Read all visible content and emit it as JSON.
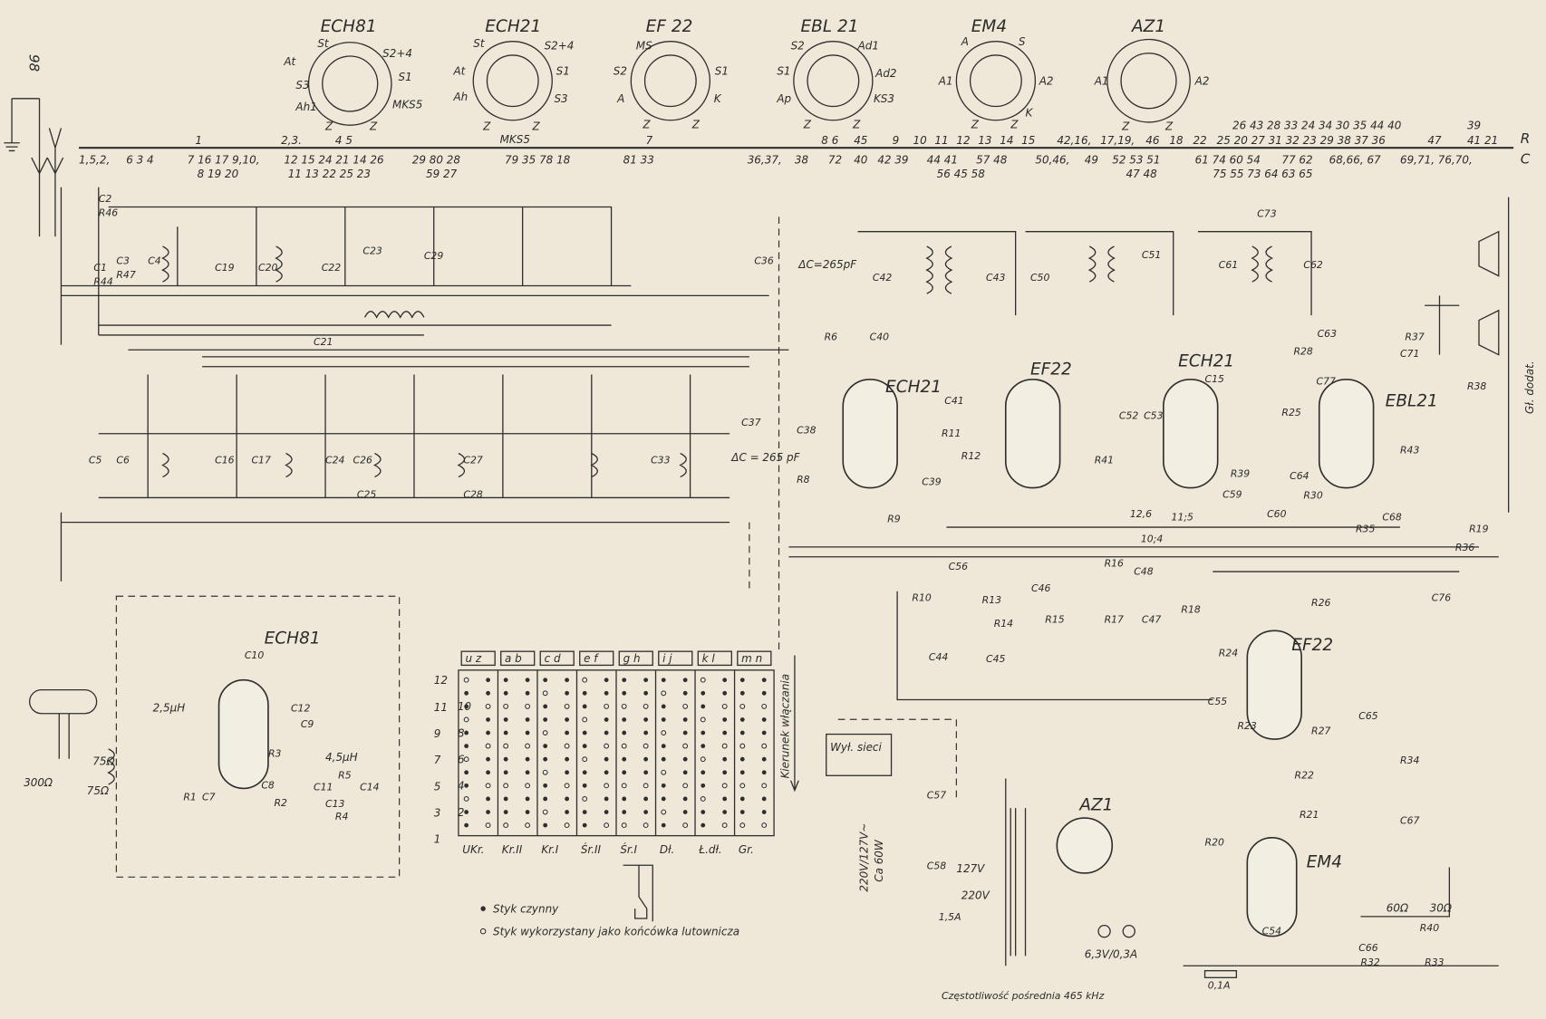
{
  "page_number": "98",
  "sockets": [
    {
      "name": "ECH81",
      "pins": [
        "St",
        "S2+4",
        "At",
        "S1",
        "S3",
        "Ah1",
        "MKS5",
        "Z",
        "Z"
      ]
    },
    {
      "name": "ECH21",
      "pins": [
        "St",
        "S2+4",
        "At",
        "S1",
        "Ah",
        "S3",
        "Z",
        "Z",
        "MKS5"
      ]
    },
    {
      "name": "EF 22",
      "pins": [
        "MS",
        "S2",
        "S1",
        "A",
        "K",
        "Z",
        "Z"
      ]
    },
    {
      "name": "EBL 21",
      "pins": [
        "S2",
        "Ad1",
        "S1",
        "Ad2",
        "Ap",
        "KS3",
        "Z",
        "Z"
      ]
    },
    {
      "name": "EM4",
      "pins": [
        "A",
        "S",
        "A1",
        "A2",
        "K",
        "Z",
        "Z"
      ]
    },
    {
      "name": "AZ1",
      "pins": [
        "A1",
        "A2",
        "Z",
        "Z"
      ]
    }
  ],
  "bus": {
    "top": [
      "1",
      "2,3.",
      "4 5",
      "7",
      "8 6",
      "45",
      "9",
      "10",
      "11",
      "12",
      "13",
      "14",
      "15",
      "42,16,",
      "17,19,",
      "46",
      "18",
      "22",
      "25 20 27 31 32 23 29 38 37 36",
      "47",
      "41 21",
      "26 43 28 33 24 34 30 35 44 40",
      "39"
    ],
    "bottom": [
      "1,5,2,",
      "6 3 4",
      "7 16 17 9,10,",
      "12 15 24 21 14 26",
      "8 19 20",
      "11 13 22 25 23",
      "29 80 28",
      "59 27",
      "79 35 78 18",
      "81 33",
      "36,37,",
      "38",
      "72",
      "40",
      "42 39",
      "44 41",
      "57 48",
      "56 45 58",
      "50,46,",
      "49",
      "52 53 51",
      "47 48",
      "61 74 60 54",
      "77 62",
      "68,66, 67",
      "69,71, 76,70,",
      "75 55 73 64 63 65"
    ],
    "r_label": "R",
    "c_label": "C"
  },
  "tubes": [
    "ECH21",
    "EF22",
    "ECH21",
    "EBL21",
    "ECH81",
    "EF22",
    "EM4",
    "AZ1"
  ],
  "annotations": {
    "delta_c1": "ΔC=265pF",
    "delta_c2": "ΔC = 265 pF",
    "l1": "2,5μH",
    "l2": "4,5μH",
    "ant_imp": "300Ω",
    "r75a": "75Ω",
    "r75b": "75Ω",
    "mains_switch": "Wył. sieci",
    "mains_voltage": "220V/127V~",
    "power": "Ca 60W",
    "tap127": "127V",
    "tap220": "220V",
    "fuse": "1,5A",
    "lamps": "6,3V/0,3A",
    "fuse2": "0,1A",
    "r60": "60Ω",
    "r30": "30Ω",
    "ext_speaker": "Gł. dodat.",
    "direction": "Kierunek włączania",
    "sw_contacts": [
      "12,6",
      "11;5",
      "10;4"
    ]
  },
  "components": [
    "C1",
    "C2",
    "C3",
    "C4",
    "C5",
    "C6",
    "C7",
    "C8",
    "C9",
    "C10",
    "C11",
    "C12",
    "C13",
    "C14",
    "C15",
    "C16",
    "C17",
    "C19",
    "C20",
    "C21",
    "C22",
    "C23",
    "C24",
    "C25",
    "C26",
    "C27",
    "C28",
    "C29",
    "C33",
    "C36",
    "C37",
    "C38",
    "C39",
    "C40",
    "C41",
    "C42",
    "C43",
    "C44",
    "C45",
    "C46",
    "C47",
    "C48",
    "C50",
    "C51",
    "C52",
    "C53",
    "C54",
    "C55",
    "C56",
    "C57",
    "C58",
    "C59",
    "C60",
    "C61",
    "C62",
    "C63",
    "C64",
    "C65",
    "C66",
    "C67",
    "C68",
    "C71",
    "C73",
    "C76",
    "C77",
    "R1",
    "R2",
    "R3",
    "R4",
    "R5",
    "R6",
    "R8",
    "R9",
    "R10",
    "R11",
    "R12",
    "R13",
    "R14",
    "R15",
    "R16",
    "R17",
    "R18",
    "R19",
    "R20",
    "R21",
    "R22",
    "R23",
    "R24",
    "R25",
    "R26",
    "R27",
    "R28",
    "R30",
    "R32",
    "R33",
    "R34",
    "R35",
    "R36",
    "R37",
    "R38",
    "R39",
    "R40",
    "R41",
    "R43",
    "R44",
    "R46",
    "R47"
  ],
  "switch_table": {
    "column_headers": [
      "u z",
      "a b",
      "c d",
      "e f",
      "g h",
      "i j",
      "k l",
      "m n"
    ],
    "rows": [
      "12",
      "11",
      "10",
      "9",
      "8",
      "7",
      "6",
      "5",
      "4",
      "3",
      "2",
      "1"
    ],
    "bands": [
      "UKr.",
      "Kr.II",
      "Kr.I",
      "Śr.II",
      "Śr.I",
      "Dł.",
      "Ł.dł.",
      "Gr."
    ]
  },
  "legend": {
    "active": "Styk czynny",
    "solder": "Styk wykorzystany jako końcówka lutownicza"
  },
  "footer": "Częstotliwość pośrednia 465 kHz"
}
